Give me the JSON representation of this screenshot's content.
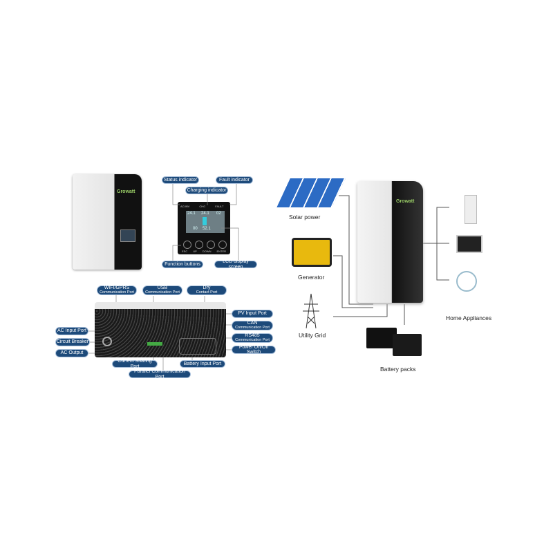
{
  "front_panel": {
    "brand": "Growatt",
    "labels": {
      "status": "Status indicator",
      "fault": "Fault indicator",
      "charging": "Charging indicator",
      "function": "Function buttons",
      "lcd": "LCD display screen"
    },
    "led_labels": [
      "AC/INV",
      "CHG",
      "FAULT"
    ],
    "lcd_values": [
      "24.1",
      "24.1",
      "02",
      "00",
      "52.1"
    ],
    "buttons": [
      "ESC",
      "UP",
      "DOWN",
      "ENTER"
    ]
  },
  "bottom_panel": {
    "labels": [
      {
        "title": "WIFI/GPRS",
        "sub": "Communication Port"
      },
      {
        "title": "USB",
        "sub": "Communication Port"
      },
      {
        "title": "Dry",
        "sub": "Contact Port"
      },
      {
        "title": "PV Input Port",
        "sub": ""
      },
      {
        "title": "CAN",
        "sub": "Communication Port"
      },
      {
        "title": "RS485",
        "sub": "Communication Port"
      },
      {
        "title": "Power On/Off Switch",
        "sub": ""
      },
      {
        "title": "AC Input Port",
        "sub": ""
      },
      {
        "title": "Circuit Breaker",
        "sub": ""
      },
      {
        "title": "AC Output",
        "sub": ""
      },
      {
        "title": "Current Sharing Port",
        "sub": ""
      },
      {
        "title": "Battery Input Port",
        "sub": ""
      },
      {
        "title": "Parallel Communication Port",
        "sub": ""
      }
    ]
  },
  "system": {
    "solar": "Solar power",
    "generator": "Generator",
    "grid": "Utility Grid",
    "battery": "Battery packs",
    "appliances": "Home Appliances",
    "brand": "Growatt"
  }
}
